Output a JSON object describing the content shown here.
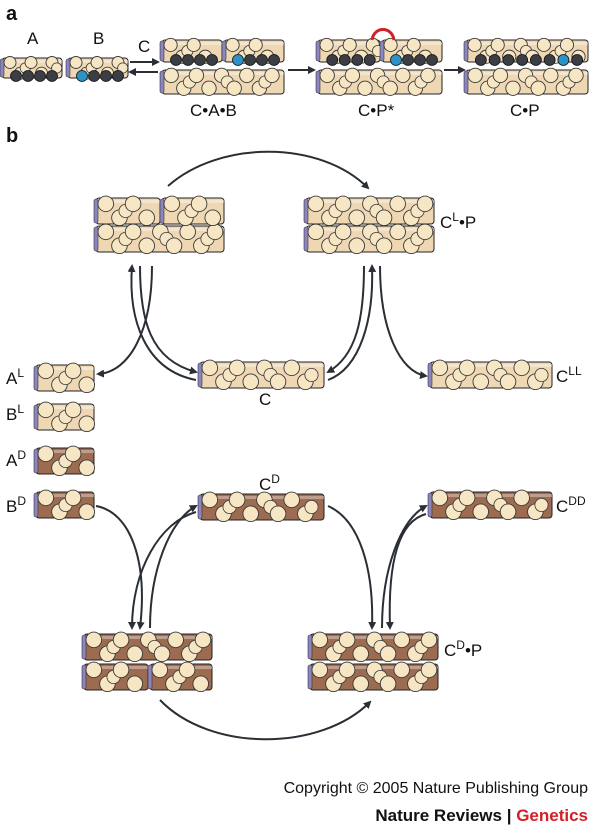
{
  "panels": {
    "a": "a",
    "b": "b"
  },
  "panel_a": {
    "label_A": "A",
    "label_B": "B",
    "label_C": "C",
    "label_CAB": "C•A•B",
    "label_CPstar": "C•P*",
    "label_CP": "C•P"
  },
  "panel_b_top": {
    "label_C": "C",
    "label_CLP_main": "C",
    "label_CLP_sup": "L",
    "label_CLP_tail": "•P",
    "label_CLL_main": "C",
    "label_CLL_sup": "LL",
    "label_AL_main": "A",
    "label_AL_sup": "L",
    "label_BL_main": "B",
    "label_BL_sup": "L"
  },
  "panel_b_bottom": {
    "label_AD_main": "A",
    "label_AD_sup": "D",
    "label_BD_main": "B",
    "label_BD_sup": "D",
    "label_CD_main": "C",
    "label_CD_sup": "D",
    "label_CDD_main": "C",
    "label_CDD_sup": "DD",
    "label_CDP_main": "C",
    "label_CDP_sup": "D",
    "label_CDP_tail": "•P"
  },
  "colors": {
    "light_strand": "#efd7b4",
    "dark_strand": "#9d6b50",
    "bead": "#f7e6c3",
    "nucleotide_dark": "#3b3f45",
    "nucleotide_blue": "#2b93c7",
    "bond": "#d12027",
    "end_cap": "#8c86c0",
    "arrow": "#2a2f35",
    "brand_red": "#d12027"
  },
  "footer": {
    "copyright": "Copyright © 2005 Nature Publishing Group",
    "journal": "Nature Reviews",
    "separator": " | ",
    "section": "Genetics"
  }
}
